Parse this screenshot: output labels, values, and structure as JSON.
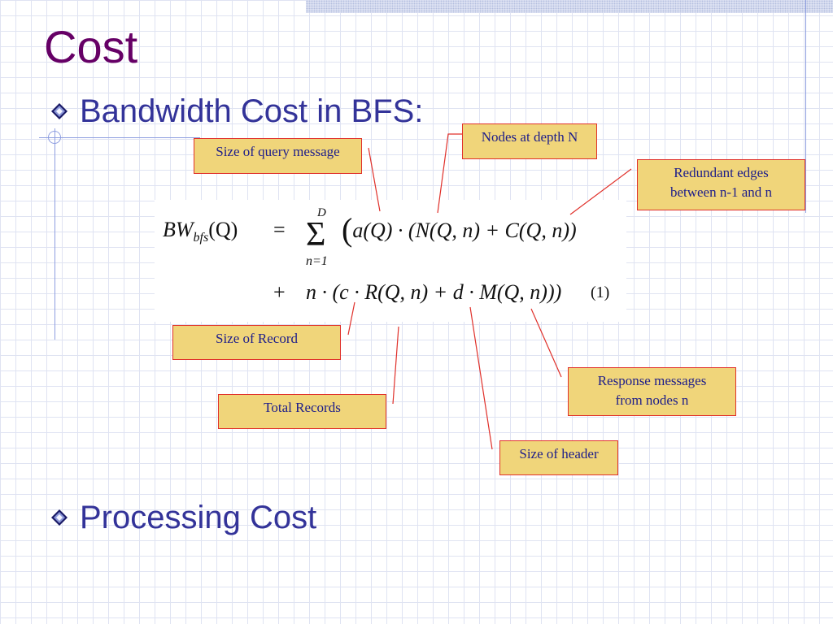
{
  "slide": {
    "title": "Cost",
    "bullets": [
      {
        "text": "Bandwidth Cost in BFS:"
      },
      {
        "text": "Processing Cost"
      }
    ],
    "callouts": {
      "query_message": "Size of query message",
      "nodes_depth": "Nodes at depth N",
      "redundant_edges": [
        "Redundant edges",
        "between n-1 and n"
      ],
      "size_record": "Size of Record",
      "total_records": "Total Records",
      "response_messages": [
        "Response messages",
        "from nodes n"
      ],
      "size_header": "Size of header"
    },
    "formula": {
      "lhs_bw": "BW",
      "lhs_sub": "bfs",
      "lhs_arg": "(Q)",
      "eq": "=",
      "sum_upper": "D",
      "sum_lower": "n=1",
      "line1": "a(Q) · (N(Q, n) + C(Q, n))",
      "plus": "+",
      "line2": "n · (c · R(Q, n) + d · M(Q, n)))",
      "eq_number": "(1)"
    },
    "colors": {
      "title": "#660066",
      "bullet_text": "#333399",
      "callout_fill": "#f0d57a",
      "callout_border": "#e0302a",
      "callout_text": "#1d1d8a",
      "leader_line": "#e0302a"
    }
  }
}
